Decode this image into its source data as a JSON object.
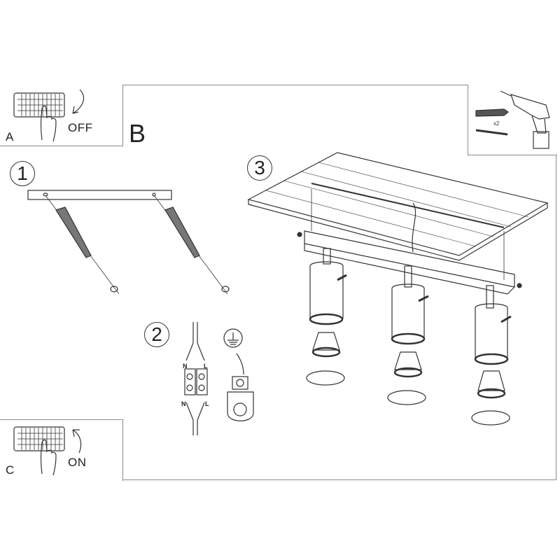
{
  "diagram": {
    "type": "assembly-instructions",
    "subject": "3-spot ceiling track light installation"
  },
  "panels": {
    "a": {
      "letter": "A",
      "action": "OFF",
      "icon": "circuit-breaker-icon"
    },
    "b": {
      "letter": "B"
    },
    "c": {
      "letter": "C",
      "action": "ON",
      "icon": "circuit-breaker-icon"
    },
    "tools": {
      "quantity": "x2",
      "items": [
        "drill-icon",
        "wall-plug-icon",
        "screw-icon"
      ]
    }
  },
  "steps": [
    {
      "number": "1",
      "description": "Mount bracket with screws and wall plugs"
    },
    {
      "number": "2",
      "description": "Connect wires to terminal block and earth"
    },
    {
      "number": "3",
      "description": "Attach fixture to ceiling and insert bulbs"
    }
  ],
  "wiring": {
    "top_left": "N",
    "top_right": "L",
    "bottom_left": "N",
    "bottom_right": "L",
    "earth_symbol": "ground-icon"
  },
  "colors": {
    "line": "#333333",
    "frame": "#8a8a8a",
    "background": "#ffffff"
  }
}
